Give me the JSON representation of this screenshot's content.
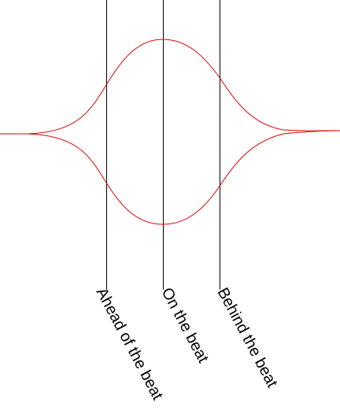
{
  "diagram": {
    "curve_color": "#e00000",
    "line_color": "#000000",
    "labels": {
      "ahead": "Ahead of the beat",
      "on": "On the beat",
      "behind": "Behind the beat"
    }
  }
}
